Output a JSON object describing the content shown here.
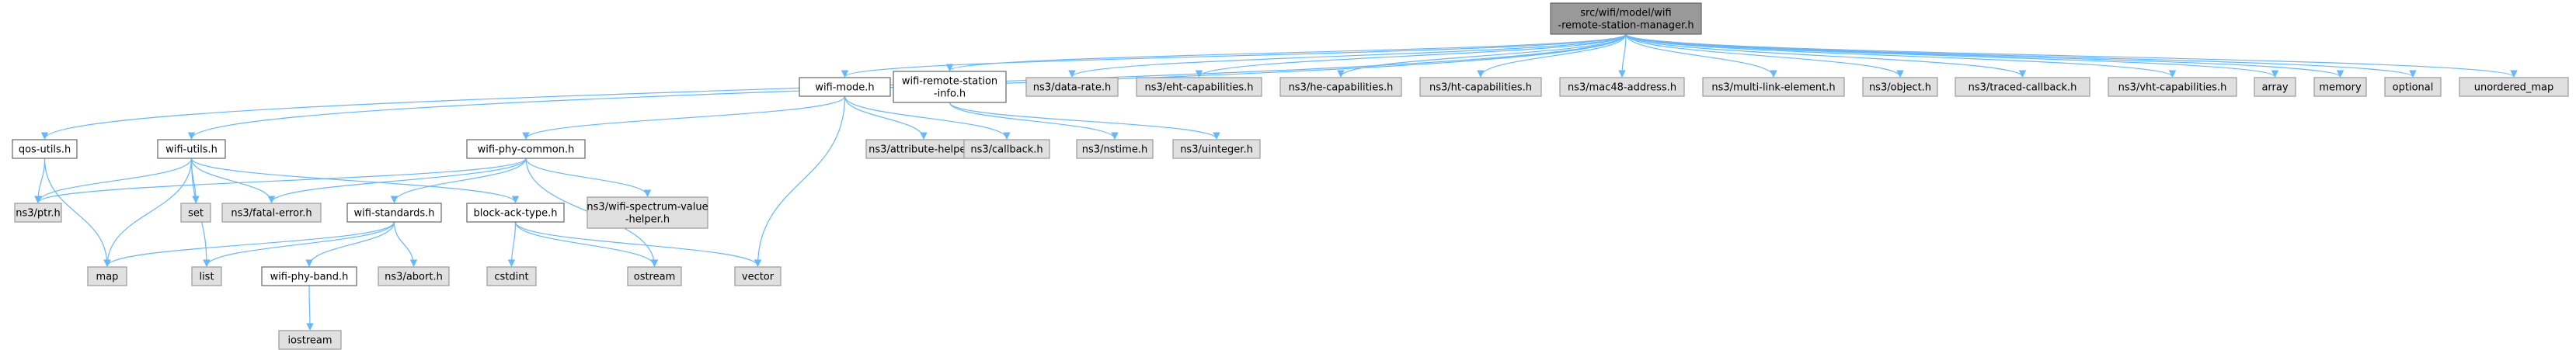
{
  "colors": {
    "root_fill": "#999999",
    "root_border": "#666666",
    "documented_fill": "#ffffff",
    "documented_border": "#666666",
    "external_fill": "#e0e0e0",
    "external_border": "#999999",
    "edge": "#63b8ff"
  },
  "nodes": [
    {
      "id": "root",
      "kind": "root",
      "lines": [
        "src/wifi/model/wifi",
        "-remote-station-manager.h"
      ]
    },
    {
      "id": "wifi-mode",
      "kind": "documented",
      "lines": [
        "wifi-mode.h"
      ]
    },
    {
      "id": "wifi-remote-station-info",
      "kind": "documented",
      "lines": [
        "wifi-remote-station",
        "-info.h"
      ]
    },
    {
      "id": "data-rate",
      "kind": "external",
      "lines": [
        "ns3/data-rate.h"
      ]
    },
    {
      "id": "eht-cap",
      "kind": "external",
      "lines": [
        "ns3/eht-capabilities.h"
      ]
    },
    {
      "id": "he-cap",
      "kind": "external",
      "lines": [
        "ns3/he-capabilities.h"
      ]
    },
    {
      "id": "ht-cap",
      "kind": "external",
      "lines": [
        "ns3/ht-capabilities.h"
      ]
    },
    {
      "id": "mac48",
      "kind": "external",
      "lines": [
        "ns3/mac48-address.h"
      ]
    },
    {
      "id": "multi-link",
      "kind": "external",
      "lines": [
        "ns3/multi-link-element.h"
      ]
    },
    {
      "id": "object",
      "kind": "external",
      "lines": [
        "ns3/object.h"
      ]
    },
    {
      "id": "traced-callback",
      "kind": "external",
      "lines": [
        "ns3/traced-callback.h"
      ]
    },
    {
      "id": "vht-cap",
      "kind": "external",
      "lines": [
        "ns3/vht-capabilities.h"
      ]
    },
    {
      "id": "array",
      "kind": "external",
      "lines": [
        "array"
      ]
    },
    {
      "id": "memory",
      "kind": "external",
      "lines": [
        "memory"
      ]
    },
    {
      "id": "optional",
      "kind": "external",
      "lines": [
        "optional"
      ]
    },
    {
      "id": "unordered-map",
      "kind": "external",
      "lines": [
        "unordered_map"
      ]
    },
    {
      "id": "qos-utils",
      "kind": "documented",
      "lines": [
        "qos-utils.h"
      ]
    },
    {
      "id": "wifi-utils",
      "kind": "documented",
      "lines": [
        "wifi-utils.h"
      ]
    },
    {
      "id": "wifi-phy-common",
      "kind": "documented",
      "lines": [
        "wifi-phy-common.h"
      ]
    },
    {
      "id": "attribute-helper",
      "kind": "external",
      "lines": [
        "ns3/attribute-helper.h"
      ]
    },
    {
      "id": "callback",
      "kind": "external",
      "lines": [
        "ns3/callback.h"
      ]
    },
    {
      "id": "nstime",
      "kind": "external",
      "lines": [
        "ns3/nstime.h"
      ]
    },
    {
      "id": "uinteger",
      "kind": "external",
      "lines": [
        "ns3/uinteger.h"
      ]
    },
    {
      "id": "ptr",
      "kind": "external",
      "lines": [
        "ns3/ptr.h"
      ]
    },
    {
      "id": "set",
      "kind": "external",
      "lines": [
        "set"
      ]
    },
    {
      "id": "fatal-error",
      "kind": "external",
      "lines": [
        "ns3/fatal-error.h"
      ]
    },
    {
      "id": "wifi-standards",
      "kind": "documented",
      "lines": [
        "wifi-standards.h"
      ]
    },
    {
      "id": "block-ack-type",
      "kind": "documented",
      "lines": [
        "block-ack-type.h"
      ]
    },
    {
      "id": "spectrum-value",
      "kind": "external",
      "lines": [
        "ns3/wifi-spectrum-value",
        "-helper.h"
      ]
    },
    {
      "id": "map",
      "kind": "external",
      "lines": [
        "map"
      ]
    },
    {
      "id": "list",
      "kind": "external",
      "lines": [
        "list"
      ]
    },
    {
      "id": "wifi-phy-band",
      "kind": "documented",
      "lines": [
        "wifi-phy-band.h"
      ]
    },
    {
      "id": "abort",
      "kind": "external",
      "lines": [
        "ns3/abort.h"
      ]
    },
    {
      "id": "cstdint",
      "kind": "external",
      "lines": [
        "cstdint"
      ]
    },
    {
      "id": "ostream",
      "kind": "external",
      "lines": [
        "ostream"
      ]
    },
    {
      "id": "vector",
      "kind": "external",
      "lines": [
        "vector"
      ]
    },
    {
      "id": "iostream",
      "kind": "external",
      "lines": [
        "iostream"
      ]
    }
  ],
  "edges": [
    [
      "root",
      "qos-utils"
    ],
    [
      "root",
      "wifi-utils"
    ],
    [
      "root",
      "wifi-mode"
    ],
    [
      "root",
      "wifi-remote-station-info"
    ],
    [
      "root",
      "data-rate"
    ],
    [
      "root",
      "eht-cap"
    ],
    [
      "root",
      "he-cap"
    ],
    [
      "root",
      "ht-cap"
    ],
    [
      "root",
      "mac48"
    ],
    [
      "root",
      "multi-link"
    ],
    [
      "root",
      "object"
    ],
    [
      "root",
      "traced-callback"
    ],
    [
      "root",
      "vht-cap"
    ],
    [
      "root",
      "array"
    ],
    [
      "root",
      "memory"
    ],
    [
      "root",
      "optional"
    ],
    [
      "root",
      "unordered-map"
    ],
    [
      "qos-utils",
      "ptr"
    ],
    [
      "qos-utils",
      "map"
    ],
    [
      "wifi-utils",
      "ptr"
    ],
    [
      "wifi-utils",
      "set"
    ],
    [
      "wifi-utils",
      "fatal-error"
    ],
    [
      "wifi-utils",
      "block-ack-type"
    ],
    [
      "wifi-utils",
      "map"
    ],
    [
      "wifi-utils",
      "list"
    ],
    [
      "wifi-mode",
      "wifi-phy-common"
    ],
    [
      "wifi-mode",
      "attribute-helper"
    ],
    [
      "wifi-mode",
      "callback"
    ],
    [
      "wifi-mode",
      "vector"
    ],
    [
      "wifi-remote-station-info",
      "nstime"
    ],
    [
      "wifi-remote-station-info",
      "uinteger"
    ],
    [
      "wifi-phy-common",
      "ptr"
    ],
    [
      "wifi-phy-common",
      "fatal-error"
    ],
    [
      "wifi-phy-common",
      "wifi-standards"
    ],
    [
      "wifi-phy-common",
      "spectrum-value"
    ],
    [
      "wifi-phy-common",
      "ostream"
    ],
    [
      "wifi-standards",
      "map"
    ],
    [
      "wifi-standards",
      "list"
    ],
    [
      "wifi-standards",
      "wifi-phy-band"
    ],
    [
      "wifi-standards",
      "abort"
    ],
    [
      "block-ack-type",
      "cstdint"
    ],
    [
      "block-ack-type",
      "ostream"
    ],
    [
      "block-ack-type",
      "vector"
    ],
    [
      "wifi-phy-band",
      "iostream"
    ]
  ]
}
